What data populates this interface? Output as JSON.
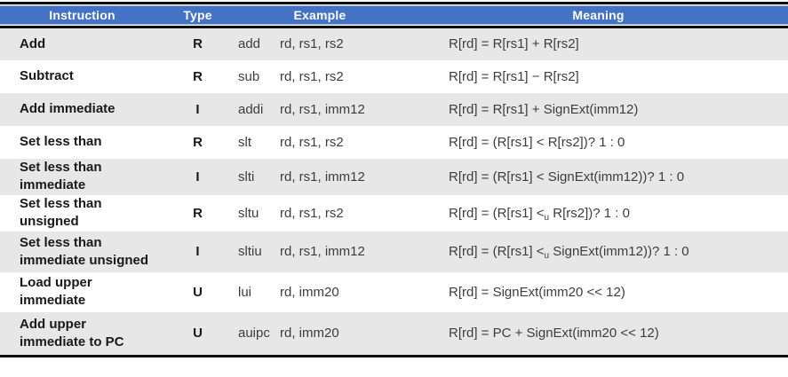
{
  "table": {
    "columns": [
      "Instruction",
      "Type",
      "Example",
      "Meaning"
    ],
    "colors": {
      "header_bg": "#4472C4",
      "header_text": "#FFFFFF",
      "alt_row_bg": "#E7E7E7",
      "border": "#0D0D0D"
    },
    "rows": [
      {
        "instruction": "Add",
        "type": "R",
        "mnemonic": "add",
        "operands": "rd, rs1, rs2",
        "meaning_pre": "R[rd] = R[rs1] + R[rs2]",
        "meaning_sub": "",
        "meaning_post": ""
      },
      {
        "instruction": "Subtract",
        "type": "R",
        "mnemonic": "sub",
        "operands": "rd, rs1, rs2",
        "meaning_pre": "R[rd] = R[rs1] − R[rs2]",
        "meaning_sub": "",
        "meaning_post": ""
      },
      {
        "instruction": "Add immediate",
        "type": "I",
        "mnemonic": "addi",
        "operands": "rd, rs1, imm12",
        "meaning_pre": "R[rd] = R[rs1] + SignExt(imm12)",
        "meaning_sub": "",
        "meaning_post": ""
      },
      {
        "instruction": "Set less than",
        "type": "R",
        "mnemonic": "slt",
        "operands": "rd, rs1, rs2",
        "meaning_pre": "R[rd] = (R[rs1] < R[rs2])? 1 : 0",
        "meaning_sub": "",
        "meaning_post": ""
      },
      {
        "instruction": "Set less than\nimmediate",
        "type": "I",
        "mnemonic": "slti",
        "operands": "rd, rs1, imm12",
        "meaning_pre": "R[rd] = (R[rs1] < SignExt(imm12))? 1 : 0",
        "meaning_sub": "",
        "meaning_post": ""
      },
      {
        "instruction": "Set less than\nunsigned",
        "type": "R",
        "mnemonic": "sltu",
        "operands": "rd, rs1, rs2",
        "meaning_pre": "R[rd] = (R[rs1] <",
        "meaning_sub": "u",
        "meaning_post": " R[rs2])? 1 : 0"
      },
      {
        "instruction": "Set less than\nimmediate unsigned",
        "type": "I",
        "mnemonic": "sltiu",
        "operands": "rd, rs1, imm12",
        "meaning_pre": "R[rd] = (R[rs1] <",
        "meaning_sub": "u",
        "meaning_post": " SignExt(imm12))? 1 : 0"
      },
      {
        "instruction": "Load upper\nimmediate",
        "type": "U",
        "mnemonic": "lui",
        "operands": "rd, imm20",
        "meaning_pre": "R[rd] = SignExt(imm20 << 12)",
        "meaning_sub": "",
        "meaning_post": ""
      },
      {
        "instruction": "Add upper\nimmediate to PC",
        "type": "U",
        "mnemonic": "auipc",
        "operands": "rd, imm20",
        "meaning_pre": "R[rd] = PC + SignExt(imm20 << 12)",
        "meaning_sub": "",
        "meaning_post": ""
      }
    ]
  }
}
